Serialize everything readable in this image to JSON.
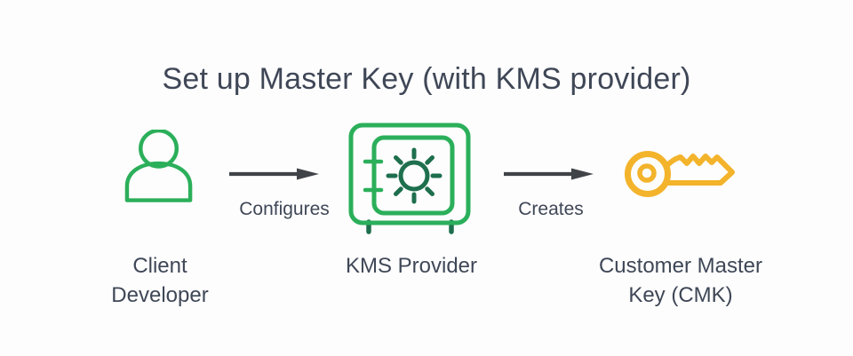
{
  "title": "Set up Master Key (with KMS provider)",
  "colors": {
    "bg": "#fdfdfd",
    "ink": "#3f4757",
    "arrow": "#404448",
    "green": "#2baf5a",
    "green_dark": "#1e6f4d",
    "yellow": "#f3b32b"
  },
  "nodes": [
    {
      "id": "client-developer",
      "label": "Client Developer",
      "icon": "person-icon",
      "icon_color": "#2baf5a"
    },
    {
      "id": "kms-provider",
      "label": "KMS Provider",
      "icon": "safe-icon",
      "icon_color": "#2baf5a"
    },
    {
      "id": "customer-master-key",
      "label": "Customer Master Key (CMK)",
      "icon": "key-icon",
      "icon_color": "#f3b32b"
    }
  ],
  "edges": [
    {
      "from": "client-developer",
      "to": "kms-provider",
      "label": "Configures"
    },
    {
      "from": "kms-provider",
      "to": "customer-master-key",
      "label": "Creates"
    }
  ]
}
